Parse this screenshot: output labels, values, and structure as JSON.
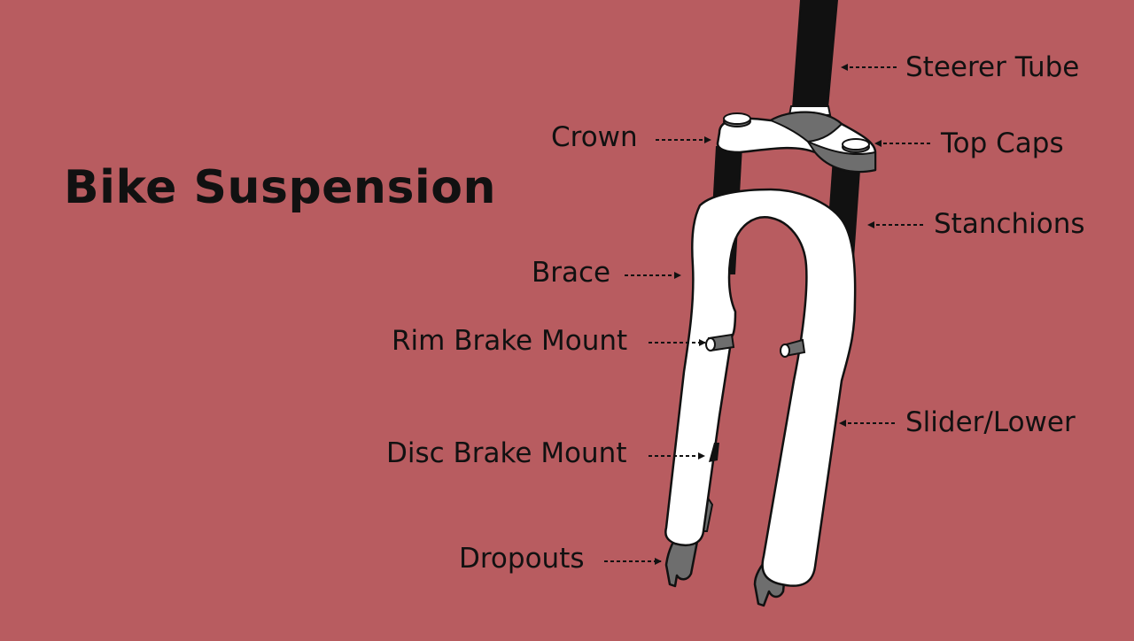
{
  "title": "Bike Suspension",
  "colors": {
    "background": "#b85c60",
    "fork_body": "#ffffff",
    "stanchion": "#111111",
    "hardware": "#6e6e6e",
    "outline": "#111111"
  },
  "labels": {
    "steerer_tube": "Steerer Tube",
    "top_caps": "Top Caps",
    "crown": "Crown",
    "stanchions": "Stanchions",
    "brace": "Brace",
    "rim_brake_mount": "Rim Brake Mount",
    "slider_lower": "Slider/Lower",
    "disc_brake_mount": "Disc Brake Mount",
    "dropouts": "Dropouts"
  }
}
